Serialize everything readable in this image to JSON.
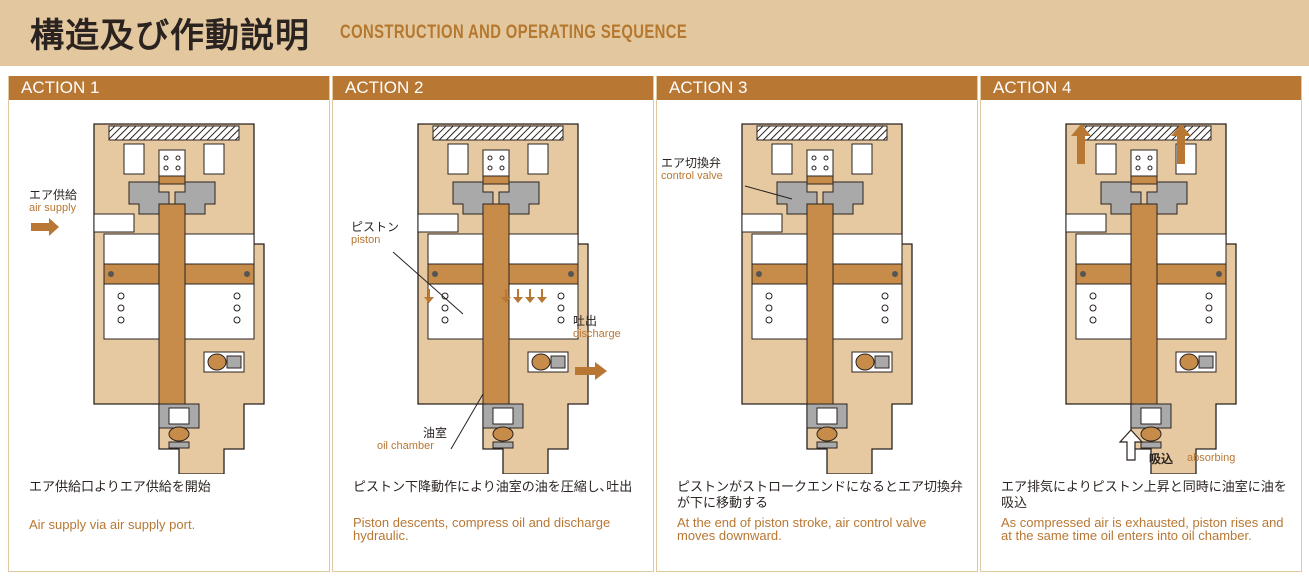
{
  "header": {
    "title_jp": "構造及び作動説明",
    "title_en": "CONSTRUCTION AND OPERATING SEQUENCE"
  },
  "panels": [
    {
      "title": "ACTION 1",
      "labels": [
        {
          "jp": "エア供給",
          "en": "air supply"
        }
      ],
      "desc_jp": "エア供給口よりエア供給を開始",
      "desc_en": "Air supply via air supply port."
    },
    {
      "title": "ACTION 2",
      "labels": [
        {
          "jp": "ピストン",
          "en": "piston"
        },
        {
          "jp": "吐出",
          "en": "discharge"
        },
        {
          "jp": "油室",
          "en": "oil chamber"
        }
      ],
      "desc_jp": "ピストン下降動作により油室の油を圧縮し､吐出",
      "desc_en": "Piston descents, compress oil and discharge hydraulic."
    },
    {
      "title": "ACTION 3",
      "labels": [
        {
          "jp": "エア切換弁",
          "en": "control valve"
        }
      ],
      "desc_jp": "ピストンがストロークエンドになるとエア切換弁が下に移動する",
      "desc_en": "At the end of piston stroke, air control valve moves downward."
    },
    {
      "title": "ACTION 4",
      "labels": [
        {
          "jp": "吸込",
          "en": "absorbing"
        }
      ],
      "desc_jp": "エア排気によりピストン上昇と同時に油室に油を吸込",
      "desc_en": "As compressed air is exhausted, piston rises and at the same time oil enters into oil chamber."
    }
  ],
  "colors": {
    "header_bg": "#e3c79e",
    "accent": "#b87733",
    "body_tan": "#e6c9a0",
    "piston": "#c88c4a",
    "valve_gray": "#a9a9a9"
  }
}
